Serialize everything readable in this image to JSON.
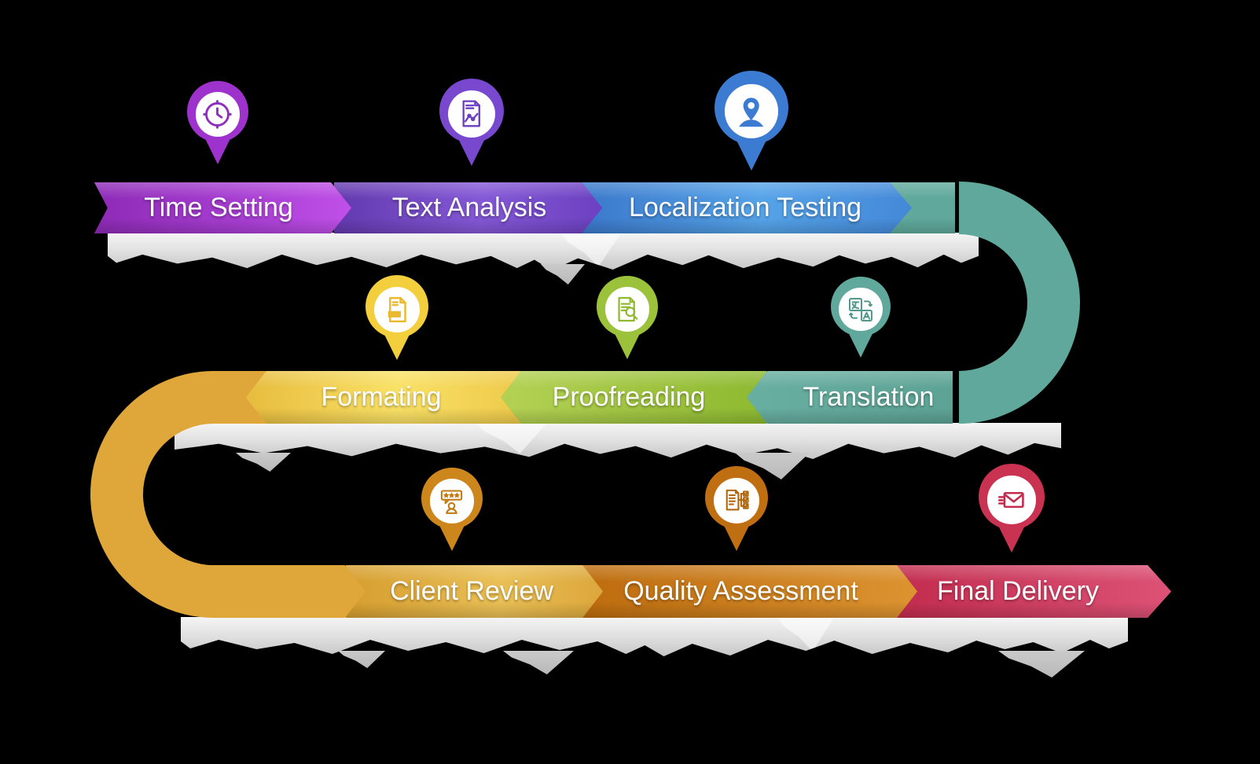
{
  "diagram": {
    "background_color": "#000000",
    "stages": [
      {
        "order": 1,
        "label": "Time Setting",
        "icon": "clock-icon",
        "pin_color": "#9d32cd",
        "ribbon_colors": [
          "#8d2ab6",
          "#a93fd4",
          "#c050e8"
        ]
      },
      {
        "order": 2,
        "label": "Text Analysis",
        "icon": "document-chart-icon",
        "pin_color": "#7848cf",
        "ribbon_colors": [
          "#6339ae",
          "#8458d6",
          "#6c40c0"
        ]
      },
      {
        "order": 3,
        "label": "Localization Testing",
        "icon": "location-person-icon",
        "pin_color": "#3c7bd2",
        "ribbon_colors": [
          "#3a77ca",
          "#55a3e8",
          "#4488d8"
        ]
      },
      {
        "order": 4,
        "label": "Translation",
        "icon": "translation-icon",
        "pin_color": "#60a89b",
        "ribbon_colors": [
          "#68aea1",
          "#5da395"
        ]
      },
      {
        "order": 5,
        "label": "Proofreading",
        "icon": "proofreading-magnifier-icon",
        "pin_color": "#9cc23c",
        "ribbon_colors": [
          "#b4d154",
          "#8db930"
        ]
      },
      {
        "order": 6,
        "label": "Formating",
        "icon": "document-icon",
        "pin_color": "#f4cf3d",
        "ribbon_colors": [
          "#e7bc3e",
          "#f9e166",
          "#eec94a"
        ]
      },
      {
        "order": 7,
        "label": "Client Review",
        "icon": "client-review-icon",
        "pin_color": "#cc861c",
        "ribbon_colors": [
          "#d69d2e",
          "#e9bf55",
          "#dca73c"
        ]
      },
      {
        "order": 8,
        "label": "Quality Assessment",
        "icon": "checklist-icon",
        "pin_color": "#c06e12",
        "ribbon_colors": [
          "#bd6c0e",
          "#dc9330"
        ]
      },
      {
        "order": 9,
        "label": "Final Delivery",
        "icon": "mail-icon",
        "pin_color": "#c93250",
        "ribbon_colors": [
          "#c22c4e",
          "#dc5276"
        ]
      }
    ],
    "rows": [
      {
        "row": 1,
        "direction": "left-to-right",
        "stage_indexes": [
          0,
          1,
          2
        ]
      },
      {
        "row": 2,
        "direction": "right-to-left",
        "stage_indexes": [
          3,
          4,
          5
        ]
      },
      {
        "row": 3,
        "direction": "left-to-right",
        "stage_indexes": [
          6,
          7,
          8
        ]
      }
    ],
    "connectors": {
      "right_uturn_color": "#5fa89b",
      "left_uturn_color": "#dfa63a"
    },
    "map_shadow_color": "#d6d6d6"
  }
}
